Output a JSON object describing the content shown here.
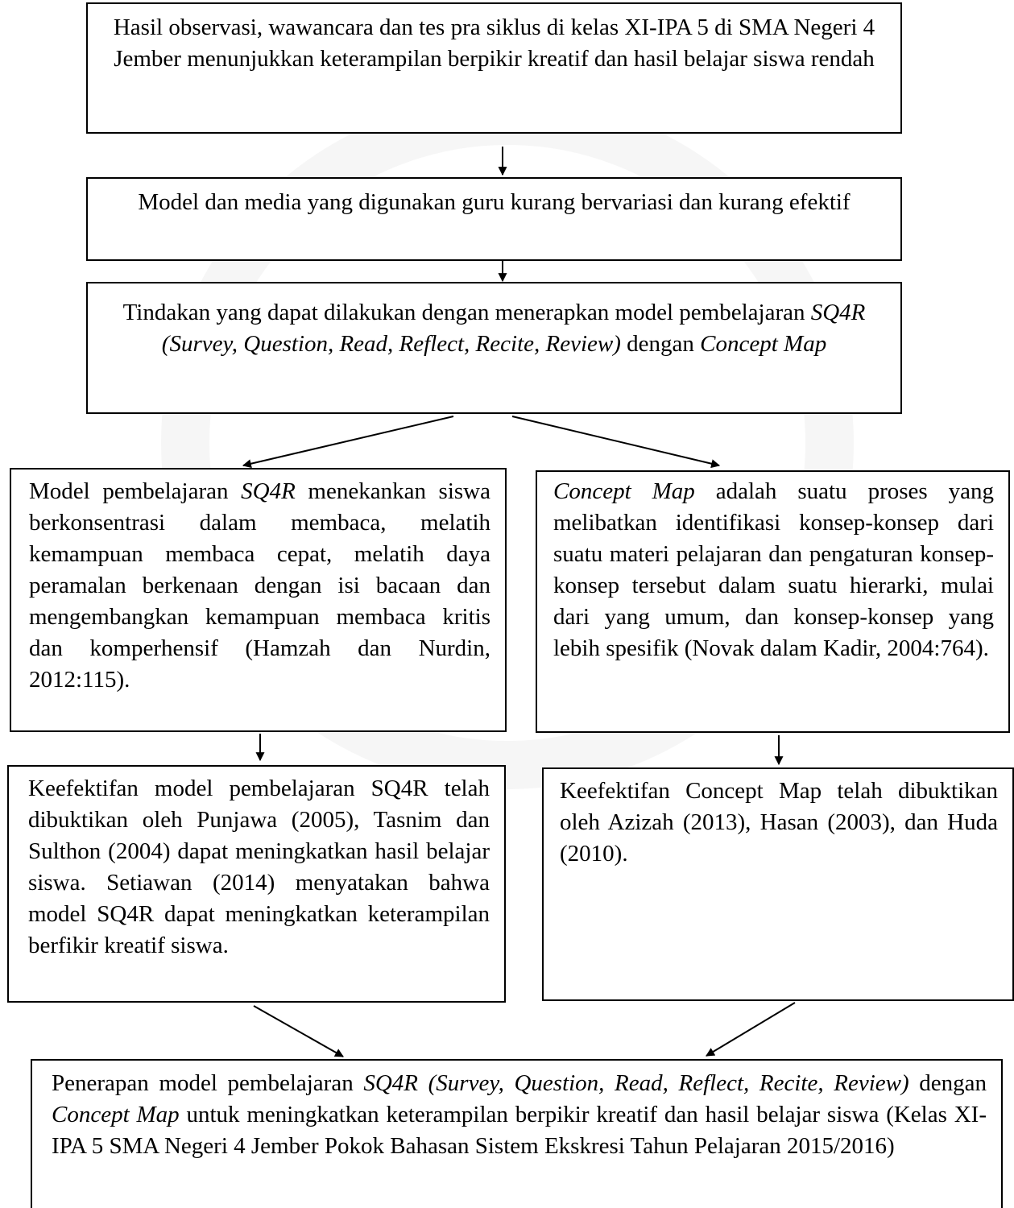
{
  "nodes": {
    "problem": {
      "text": "Hasil observasi, wawancara dan tes pra siklus di kelas XI-IPA 5 di SMA Negeri 4 Jember menunjukkan keterampilan berpikir kreatif dan hasil belajar siswa rendah"
    },
    "cause": {
      "text": "Model dan media yang digunakan guru kurang bervariasi dan kurang efektif"
    },
    "action": {
      "text_1": "Tindakan yang dapat dilakukan dengan menerapkan model pembelajaran ",
      "italic_1": "SQ4R (Survey, Question, Read, Reflect, Recite, Review)",
      "text_2": "  dengan ",
      "italic_2": "Concept Map"
    },
    "sq4r": {
      "text_1": "Model pembelajaran ",
      "italic_1": "SQ4R",
      "text_2": " menekankan siswa berkonsentrasi dalam membaca, melatih kemampuan membaca cepat, melatih daya peramalan berkenaan dengan isi bacaan dan mengembangkan kemampuan membaca kritis dan komperhensif (Hamzah dan Nurdin, 2012:115)."
    },
    "concept_map": {
      "italic_1": "Concept Map",
      "text_1": " adalah suatu proses yang melibatkan identifikasi konsep-konsep dari suatu materi pelajaran dan pengaturan konsep-konsep tersebut dalam suatu hierarki, mulai dari yang umum, dan konsep-konsep yang lebih spesifik (Novak dalam Kadir, 2004:764)."
    },
    "sq4r_effect": {
      "text": "Keefektifan model pembelajaran SQ4R telah dibuktikan oleh Punjawa (2005), Tasnim dan Sulthon (2004) dapat meningkatkan hasil belajar siswa. Setiawan (2014) menyatakan bahwa model SQ4R dapat meningkatkan keterampilan berfikir kreatif siswa."
    },
    "cm_effect": {
      "text": "Keefektifan Concept Map telah dibuktikan oleh Azizah (2013), Hasan (2003), dan Huda (2010)."
    },
    "conclusion": {
      "text_1": "Penerapan model pembelajaran ",
      "italic_1": "SQ4R (Survey, Question, Read, Reflect, Recite, Review)",
      "text_2": " dengan ",
      "italic_2": "Concept Map",
      "text_3": " untuk meningkatkan keterampilan berpikir kreatif dan hasil belajar siswa (Kelas XI-IPA 5 SMA Negeri 4 Jember Pokok Bahasan Sistem Ekskresi Tahun Pelajaran 2015/2016)"
    }
  },
  "edges": [
    {
      "from": "problem",
      "to": "cause"
    },
    {
      "from": "cause",
      "to": "action"
    },
    {
      "from": "action",
      "to": "sq4r"
    },
    {
      "from": "action",
      "to": "concept_map"
    },
    {
      "from": "sq4r",
      "to": "sq4r_effect"
    },
    {
      "from": "concept_map",
      "to": "cm_effect"
    },
    {
      "from": "sq4r_effect",
      "to": "conclusion"
    },
    {
      "from": "cm_effect",
      "to": "conclusion"
    }
  ],
  "colors": {
    "line": "#000000",
    "background": "#ffffff"
  }
}
